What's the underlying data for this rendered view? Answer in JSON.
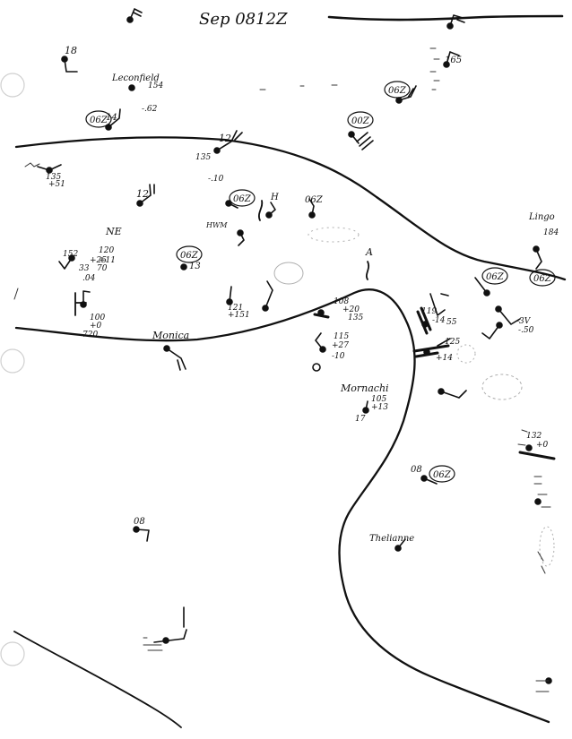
{
  "title": "Sep 0812Z",
  "place_labels": [
    "Leconfield",
    "NE",
    "Monica",
    "Mornachi",
    "Thelianne",
    "Lingo",
    "A"
  ],
  "circled_labels": [
    "06Z",
    "06Z",
    "00Z",
    "06Z",
    "06Z",
    "06Z",
    "06Z",
    "06Z",
    "06Z"
  ],
  "station_texts": [
    "18",
    "14",
    "12",
    "13",
    "12",
    "08",
    "08",
    "17",
    "135",
    "165",
    "154",
    "-.62",
    "-.10",
    "+51",
    "135",
    "152",
    "+25",
    "120",
    "+11",
    "33",
    "70",
    ".04",
    "100",
    "+0",
    "720",
    "121",
    "+151",
    "108",
    "+20",
    "135",
    "115",
    "+27",
    "-10",
    "105",
    "+13",
    "119",
    "-14",
    "55",
    "125",
    "+14",
    "-3V",
    "-.50",
    "132",
    "+0",
    "184",
    "H",
    "HWM"
  ]
}
